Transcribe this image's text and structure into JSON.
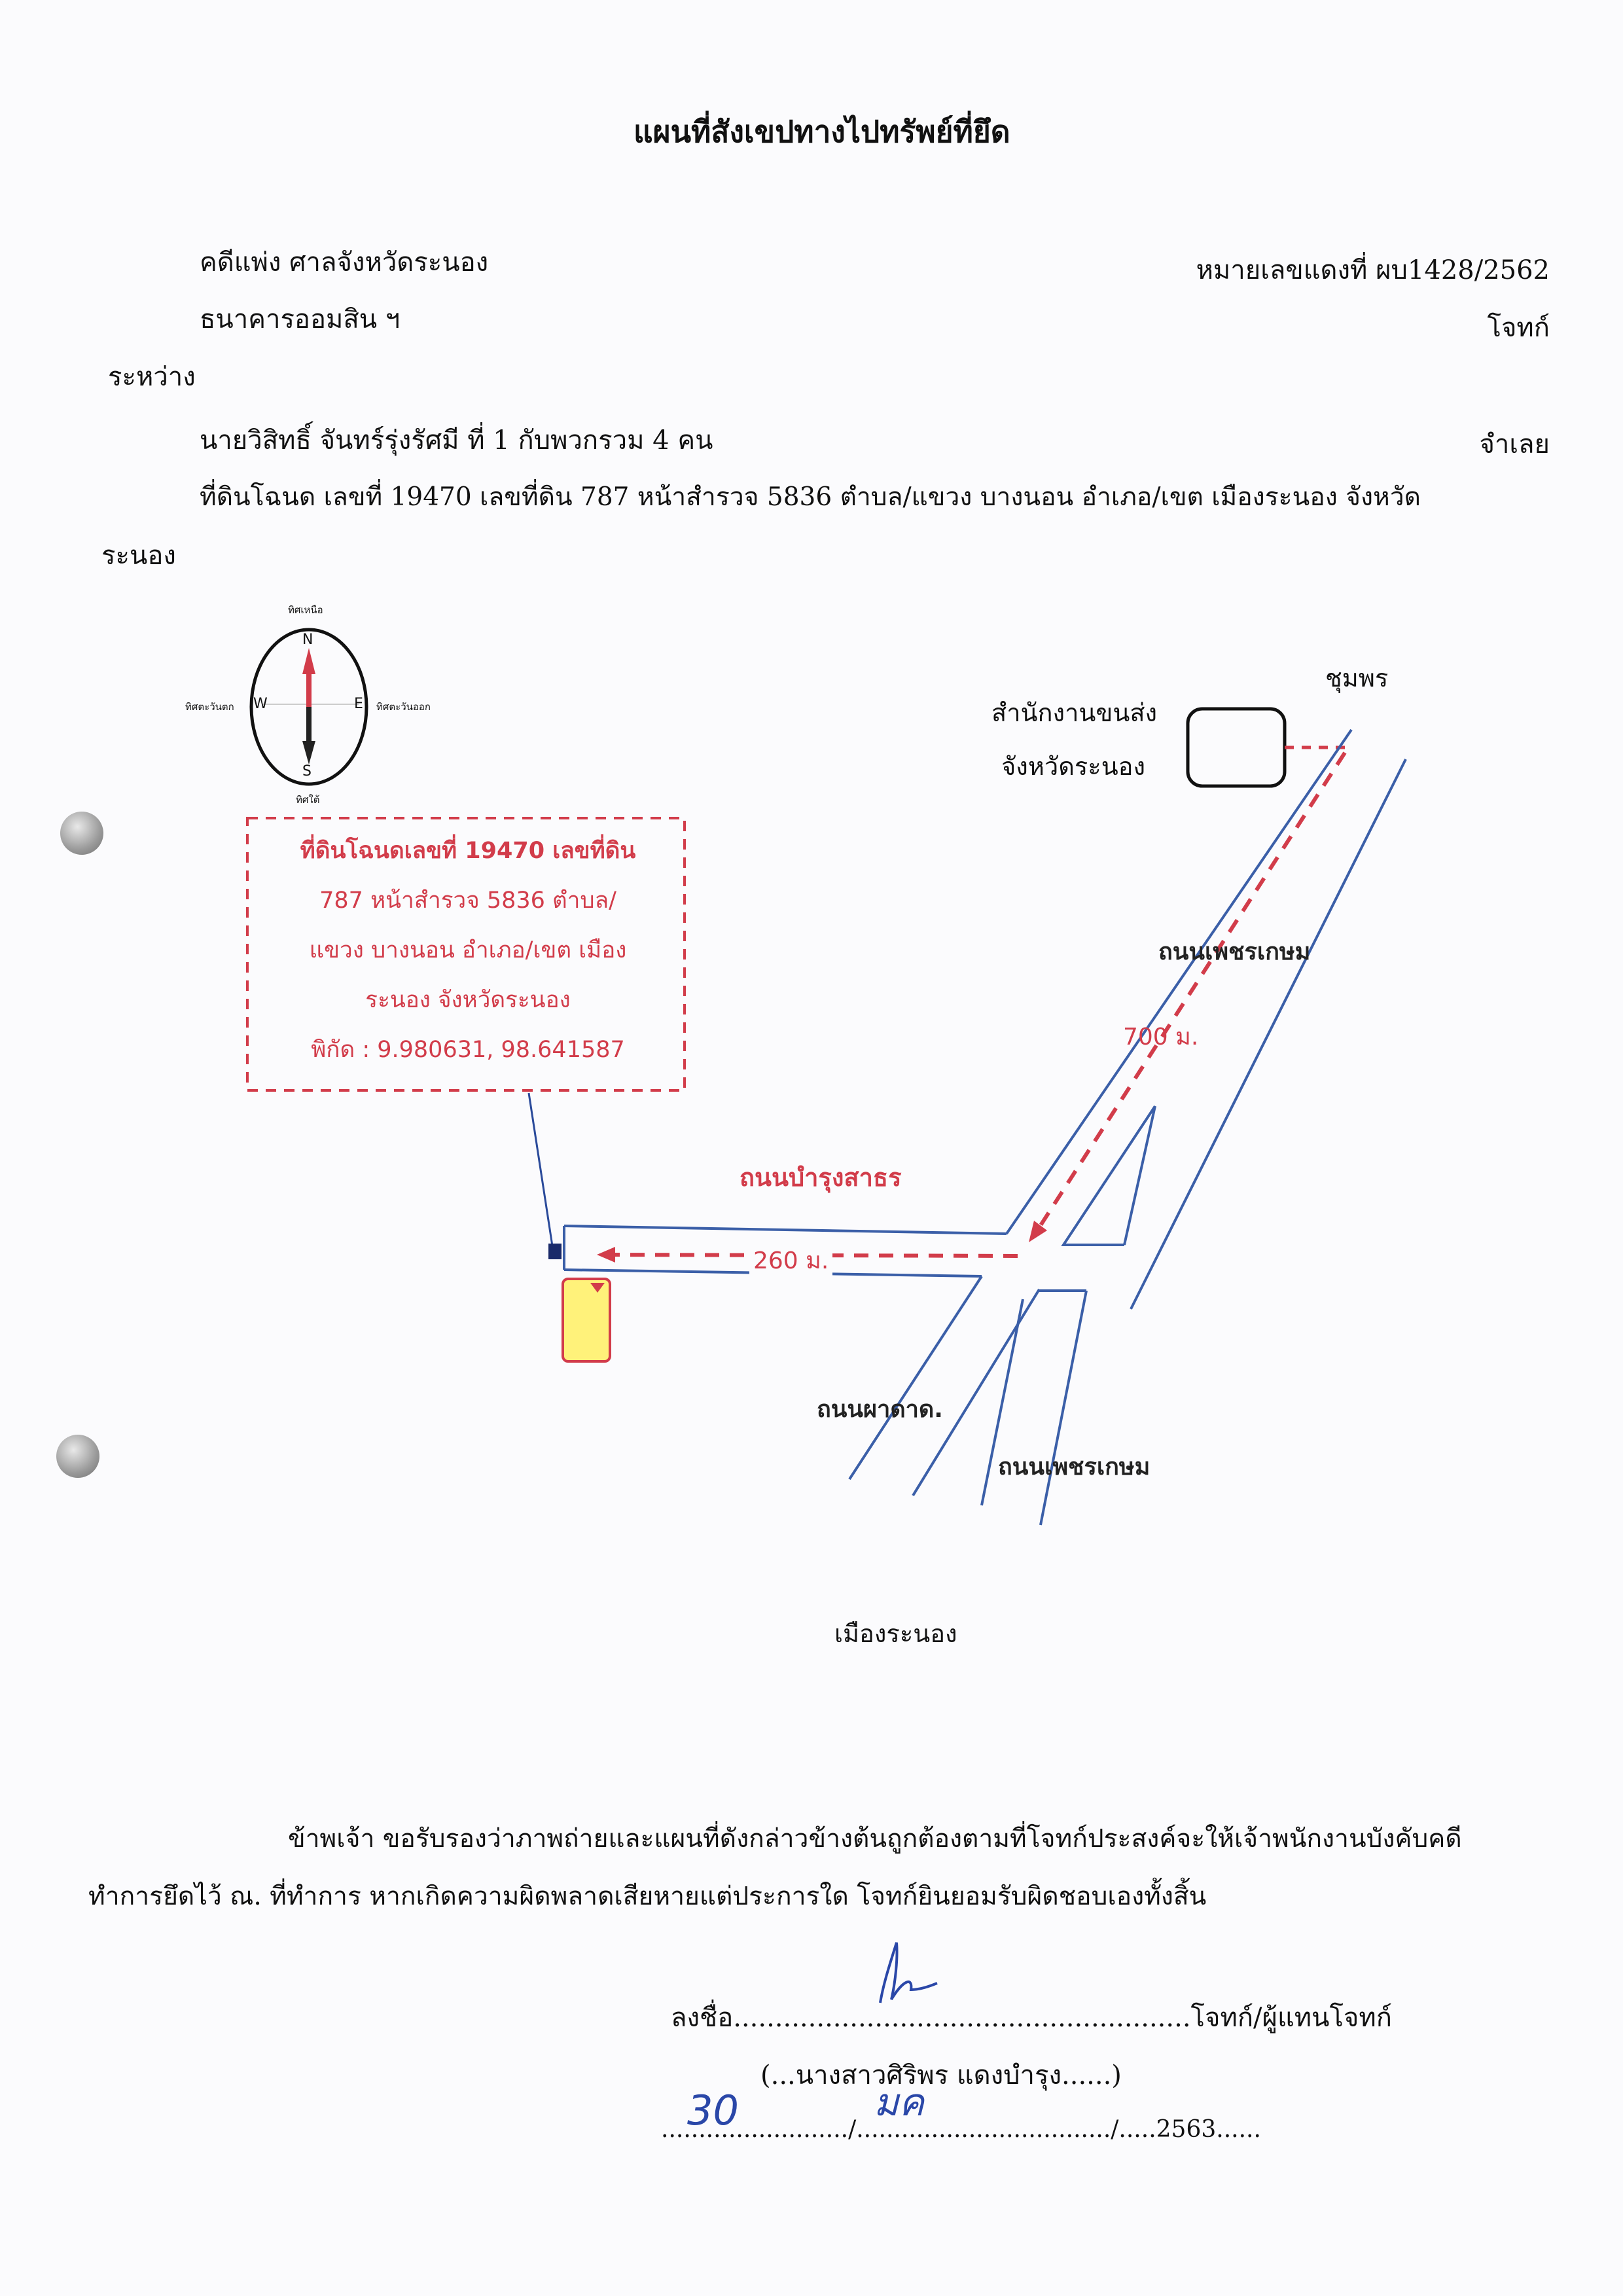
{
  "header": {
    "title": "แผนที่สังเขปทางไปทรัพย์ที่ยึด",
    "case_left": "คดีแพ่ง ศาลจังหวัดระนอง",
    "case_right": "หมายเลขแดงที่ ผบ1428/2562",
    "plaintiff": "ธนาคารออมสิน ฯ",
    "plaintiff_role": "โจทก์",
    "between": "ระหว่าง",
    "defendant": "นายวิสิทธิ์ จันทร์รุ่งรัศมี ที่ 1 กับพวกรวม 4 คน",
    "defendant_role": "จำเลย",
    "land_line1": "ที่ดินโฉนด เลขที่ 19470  เลขที่ดิน 787  หน้าสำรวจ 5836  ตำบล/แขวง บางนอน  อำเภอ/เขต เมืองระนอง  จังหวัด",
    "land_line2": "ระนอง"
  },
  "compass": {
    "north": "ทิศเหนือ",
    "south": "ทิศใต้",
    "west": "ทิศตะวันตก",
    "east": "ทิศตะวันออก",
    "n": "N",
    "s": "S",
    "w": "W",
    "e": "E"
  },
  "map": {
    "box_line1": "ที่ดินโฉนดเลขที่  19470  เลขที่ดิน",
    "box_line2": "787  หน้าสำรวจ 5836  ตำบล/",
    "box_line3": "แขวง บางนอน  อำเภอ/เขต เมือง",
    "box_line4": "ระนอง  จังหวัดระนอง",
    "box_line5": "พิกัด : 9.980631, 98.641587",
    "chumphon": "ชุมพร",
    "office_line1": "สำนักงานขนส่ง",
    "office_line2": "จังหวัดระนอง",
    "road_phetkasem_top": "ถนนเพชรเกษม",
    "dist_700": "700 ม.",
    "road_bamrung": "ถนนบำรุงสาธร",
    "dist_260": "260 ม.",
    "road_phadat": "ถนนผาดาด.",
    "road_phetkasem_bottom": "ถนนเพชรเกษม",
    "mueang_ranong": "เมืองระนอง"
  },
  "certification": {
    "line1": "ข้าพเจ้า ขอรับรองว่าภาพถ่ายและแผนที่ดังกล่าวข้างต้นถูกต้องตามที่โจทก์ประสงค์จะให้เจ้าพนักงานบังคับคดี",
    "line2": "ทำการยึดไว้ ณ. ที่ทำการ  หากเกิดความผิดพลาดเสียหายแต่ประการใด  โจทก์ยินยอมรับผิดชอบเองทั้งสิ้น"
  },
  "signature": {
    "sign_line": "ลงชื่อ.......................................................โจทก์/ผู้แทนโจทก์",
    "name_line": "(...นางสาวศิริพร แดงบำรุง......)",
    "date_line": "........................./................................../.....2563......",
    "hand_day": "30",
    "hand_month": "มค"
  },
  "colors": {
    "road": "#3b5fa8",
    "route": "#d23c4a",
    "land": "#fff27a"
  }
}
